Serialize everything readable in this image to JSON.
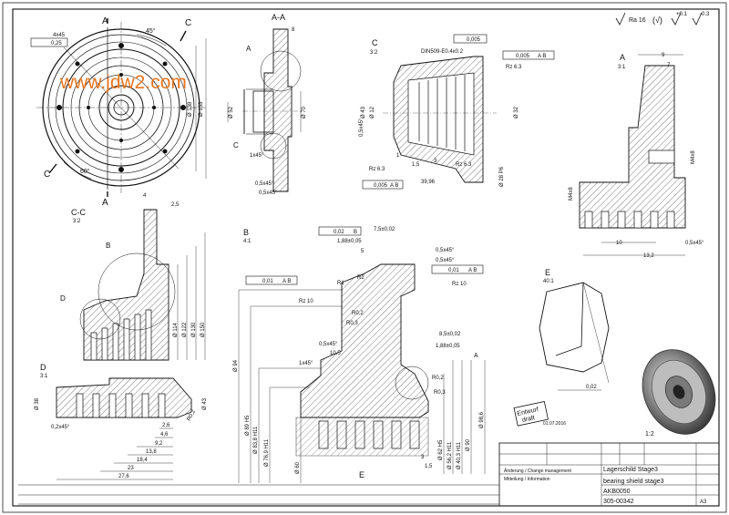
{
  "watermark": "www.jdw2.com",
  "surface_finish": {
    "general": "Ra 16",
    "tol_plus": "+0.1",
    "tol_minus": "-0.3"
  },
  "views": {
    "front": {
      "sectionA": "A",
      "sectionC": "C",
      "angle_top": "45°",
      "angle_bottom": "60°",
      "flat": "4x45",
      "position_tol": "0,25",
      "dia1": "Ø 138",
      "dia2": "Ø 153"
    },
    "aa": {
      "title": "A-A",
      "detailA": "A",
      "detailC": "C",
      "d52": "Ø 52",
      "d70": "Ø 70",
      "dim8": "8",
      "ch1": "1x45°",
      "ch2": "0,5x45°",
      "ch3": "0,5x45°"
    },
    "c": {
      "title": "C",
      "scale": "3:2",
      "thread": "DIN509-E0.4x0.2",
      "flat1": "0,005",
      "flat2": "0,005",
      "flat2_ref": "A B",
      "rough": "Rz 6.3",
      "rough2": "Rz 6.3",
      "rough3": "Rz 6.3",
      "d1": "Ø 43",
      "d2": "Ø 12",
      "d3": "Ø 32",
      "d4": "Ø 28 P6",
      "runout": "0,005",
      "runout_ref": "A B",
      "length": "39,96",
      "d5": "1",
      "d6": "1,5",
      "d7": "3",
      "ch": "0,5x45°"
    },
    "detail_a": {
      "title": "A",
      "scale": "3:1",
      "dim9": "9",
      "dim7": "7",
      "dim10": "10",
      "dim13": "13,2",
      "ch": "0,5x45°",
      "m4": "M4x8",
      "m4b": "M4x8"
    },
    "cc": {
      "title": "C-C",
      "scale": "3:2",
      "markB": "B",
      "markD": "D",
      "d114": "Ø 114",
      "d122": "Ø 122",
      "d130": "Ø 130",
      "d150": "Ø 150",
      "dim4": "4",
      "dim25": "2,5"
    },
    "b": {
      "title": "B",
      "scale": "4:1",
      "flat": "0,02",
      "flat_ref": "B",
      "perp": "0,01",
      "perp_ref": "A B",
      "perp2": "0,01",
      "perp2_ref": "A B",
      "d75": "7,5±0,02",
      "d188": "1,88±0,05",
      "d5": "5",
      "ch1": "0,5x45°",
      "ch2": "0,5x45°",
      "r1": "R1",
      "r2": "R2",
      "r02": "R0,2",
      "r02b": "R0,2",
      "r03": "R0,3",
      "r03b": "R0,3",
      "rz": "Rz 10",
      "rz2": "Rz 10",
      "d85": "8,5±0,02",
      "d188b": "1,88±0,05",
      "d105": "10,5",
      "ch3": "0,5x45°",
      "ch4": "1x45°",
      "dia94": "Ø 94",
      "dia89": "Ø 89 H5",
      "dia83": "Ø 83,8 H11",
      "dia76": "Ø 76,9 H11",
      "dia60": "Ø 60",
      "dia62": "Ø 62 H5",
      "dia56": "Ø 56,2 H11",
      "dia40": "Ø 40,3 H11",
      "dia90": "Ø 90",
      "dia98": "Ø 98,6",
      "dim3": "3",
      "dim15": "1,5",
      "markE": "E",
      "markA": "A"
    },
    "d": {
      "title": "D",
      "scale": "3:1",
      "ch": "0,2x45°",
      "d38": "Ø 38",
      "d43": "Ø 43",
      "r02": "R0,2",
      "dims": [
        "2,6",
        "4,6",
        "9,2",
        "13,8",
        "18,4",
        "23",
        "27,6"
      ]
    },
    "e": {
      "title": "E",
      "scale": "40:1",
      "dim": "0,02"
    },
    "iso": {
      "scale": "1:2"
    }
  },
  "stamp": {
    "line1": "Entwurf",
    "line2": "draft",
    "date": "01.07.2016"
  },
  "title_block": {
    "title_de": "Lagerschild Stage3",
    "title_en": "bearing shield stage3",
    "drawing_no": "AKB0050",
    "part_no": "305-00342",
    "sheet": "A3",
    "change_label": "Änderung / Change management",
    "release_label": "Mitteilung / Information"
  }
}
